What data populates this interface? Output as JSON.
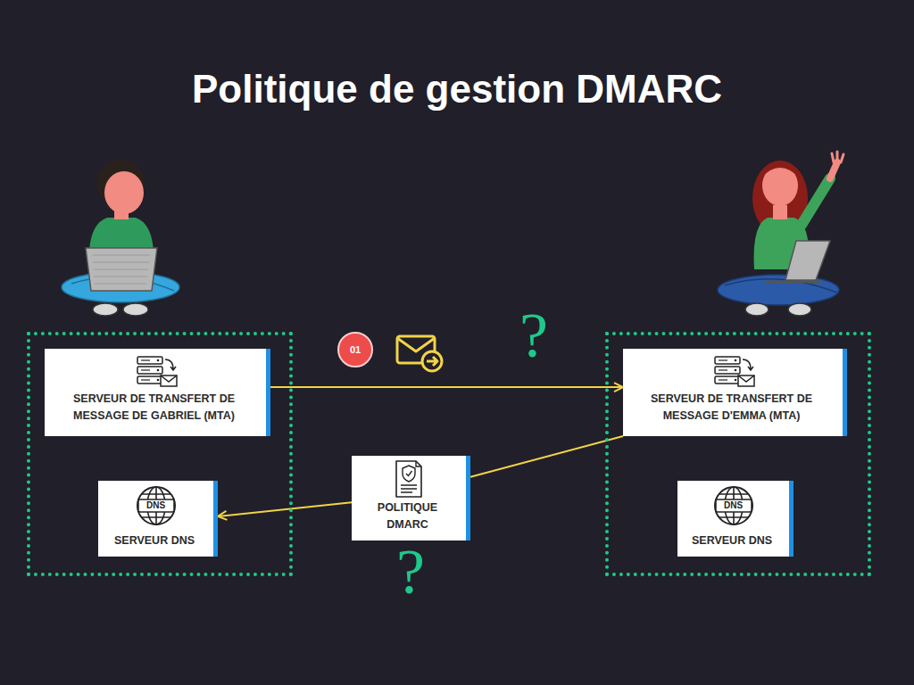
{
  "diagram": {
    "title": "Politique de gestion DMARC",
    "nodes": [
      {
        "text": []
      },
      {
        "text": [
          "SERVEUR DE TRANSFERT DE MESSAGE DE GABRIEL (MTA)"
        ],
        "in": 0
      },
      {
        "text": [
          "SERVEUR DNS"
        ],
        "in": 0
      },
      {
        "text": []
      },
      {
        "text": [
          "SERVEUR DE TRANSFERT DE MESSAGE D'EMMA (MTA)"
        ],
        "in": 3
      },
      {
        "text": [
          "SERVEUR DNS"
        ],
        "in": 3
      },
      {
        "text": [
          "POLITIQUE DMARC"
        ]
      }
    ],
    "edges": [
      {
        "from": 1,
        "to": 4,
        "arrow": "to"
      },
      {
        "from": 4,
        "to": 6,
        "arrow": "none"
      },
      {
        "from": 6,
        "to": 2,
        "arrow": "to"
      }
    ],
    "labels": [
      "01",
      "?",
      "DNS",
      "?",
      "DNS"
    ]
  }
}
